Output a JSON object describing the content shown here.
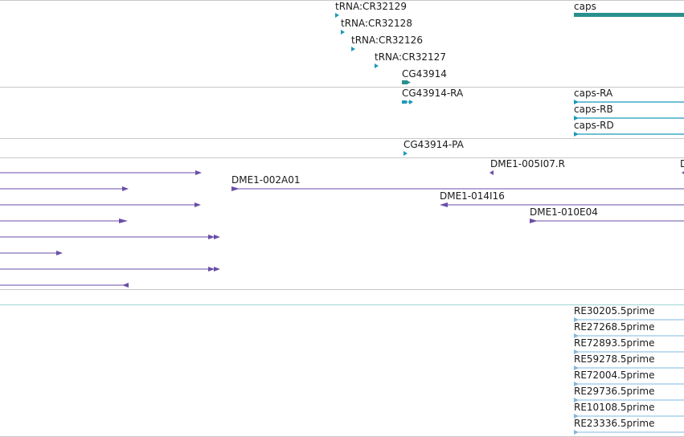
{
  "colors": {
    "gene_teal": "#2a8f8f",
    "transcript_blue": "#1b9ab8",
    "clone_purple": "#6a4ea8",
    "est_blue": "#7fb8e0",
    "divider_gray": "#c8c8c8",
    "divider_teal": "#9fd3d3"
  },
  "tracks": {
    "genes": {
      "trna_labels": [
        "tRNA:CR32129",
        "tRNA:CR32128",
        "tRNA:CR32126",
        "tRNA:CR32127"
      ],
      "cg_label": "CG43914",
      "caps_label": "caps"
    },
    "transcripts": {
      "cg_ra_label": "CG43914-RA",
      "caps_ra_label": "caps-RA",
      "caps_rb_label": "caps-RB",
      "caps_rd_label": "caps-RD"
    },
    "proteins": {
      "cg_pa_label": "CG43914-PA"
    },
    "clones": {
      "dme_002a01_label": "DME1-002A01",
      "dme_005i07_label": "DME1-005I07.R",
      "dme_014i16_label": "DME1-014I16",
      "dme_010e04_label": "DME1-010E04",
      "cut_label": "D"
    },
    "ests": {
      "labels": [
        "RE30205.5prime",
        "RE27268.5prime",
        "RE72893.5prime",
        "RE59278.5prime",
        "RE72004.5prime",
        "RE29736.5prime",
        "RE10108.5prime",
        "RE23336.5prime"
      ]
    }
  }
}
